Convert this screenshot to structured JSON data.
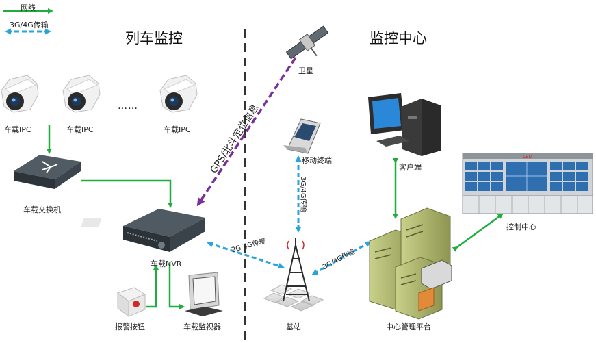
{
  "legend": {
    "wired": "网线",
    "wireless": "3G/4G传输"
  },
  "sections": {
    "train": "列车监控",
    "center": "监控中心"
  },
  "nodes": {
    "ipc": "车载IPC",
    "dots": "……",
    "switch": "车载交换机",
    "nvr": "车载NVR",
    "alarm": "报警按钮",
    "monitor": "车载监视器",
    "satellite": "卫星",
    "mobile": "移动终端",
    "base": "基站",
    "client": "客户端",
    "control": "控制中心",
    "platform": "中心管理平台"
  },
  "links": {
    "gps": "GPS/北斗定位信息",
    "mobile_base": "3G/4G传输",
    "nvr_base": "3G/4G传输",
    "base_platform": "3G/4G传输"
  },
  "wall_text": "LED",
  "colors": {
    "wired": "#1fae3e",
    "wireless": "#2aa3df",
    "gps": "#7a2f9c",
    "divider": "#333333"
  }
}
